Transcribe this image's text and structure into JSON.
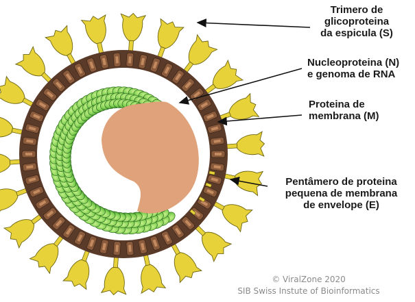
{
  "labels": {
    "spike": [
      "Trimero de",
      "glicoproteina",
      "da espicula (S)"
    ],
    "nucleo": [
      "Nucleoproteina (N)",
      "e genoma de RNA"
    ],
    "membrane": [
      "Proteina de",
      "membrana (M)"
    ],
    "envelope": [
      "Pentâmero de proteina",
      "pequena de membrana",
      "de envelope (E)"
    ]
  },
  "credit": {
    "line1": "© ViralZone 2020",
    "line2": "SIB Swiss Instute of Bioinformatics"
  },
  "colors": {
    "spike_fill": "#e8d23a",
    "spike_stroke": "#6b6410",
    "envelope_ring": "#5a3a28",
    "membrane_protein": "#8a5a3c",
    "nucleoprotein": "#7ecf52",
    "nucleoprotein_stroke": "#2f6b22",
    "core": "#dfa27a",
    "arrow": "#111111"
  }
}
